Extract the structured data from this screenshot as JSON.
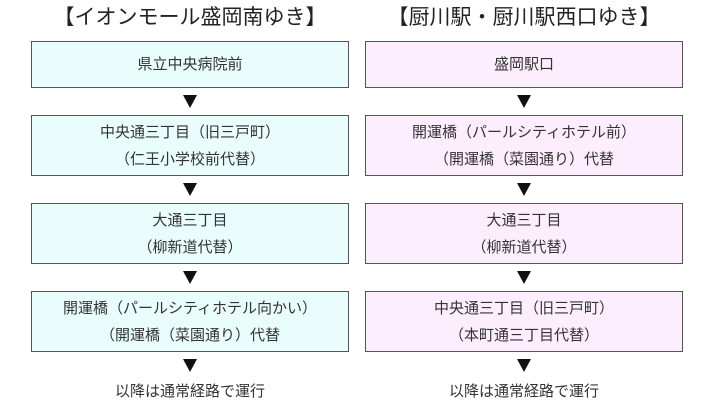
{
  "left": {
    "heading": "【イオンモール盛岡南ゆき】",
    "stops": [
      {
        "lines": [
          "県立中央病院前"
        ]
      },
      {
        "lines": [
          "中央通三丁目（旧三戸町）",
          "（仁王小学校前代替）"
        ]
      },
      {
        "lines": [
          "大通三丁目",
          "（柳新道代替）"
        ]
      },
      {
        "lines": [
          "開運橋（パールシティホテル向かい）",
          "（開運橋（菜園通り）代替"
        ]
      }
    ],
    "footer": "以降は通常経路で運行",
    "box_color": "#e9fdfd"
  },
  "right": {
    "heading": "【厨川駅・厨川駅西口ゆき】",
    "stops": [
      {
        "lines": [
          "盛岡駅口"
        ]
      },
      {
        "lines": [
          "開運橋（パールシティホテル前）",
          "（開運橋（菜園通り）代替"
        ]
      },
      {
        "lines": [
          "大通三丁目",
          "（柳新道代替）"
        ]
      },
      {
        "lines": [
          "中央通三丁目（旧三戸町）",
          "（本町通三丁目代替）"
        ]
      }
    ],
    "footer": "以降は通常経路で運行",
    "box_color": "#fdeefd"
  }
}
